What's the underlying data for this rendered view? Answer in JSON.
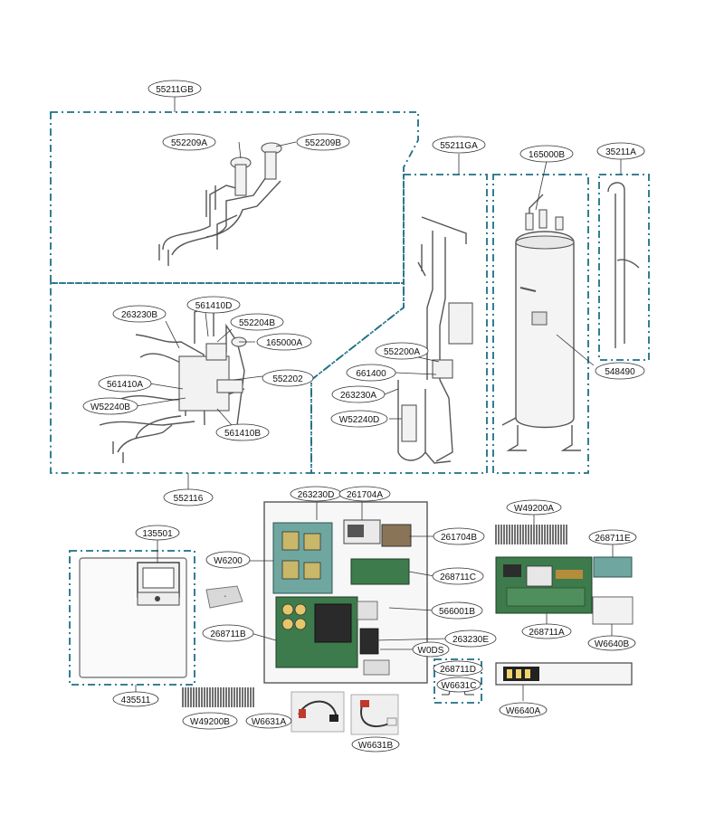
{
  "parts": {
    "p55211GB": "55211GB",
    "p552209A": "552209A",
    "p552209B": "552209B",
    "p55211GA": "55211GA",
    "p165000B": "165000B",
    "p35211A": "35211A",
    "p263230B_top": "263230B",
    "p561410D": "561410D",
    "p552204B": "552204B",
    "p165000A": "165000A",
    "p561410A": "561410A",
    "p552202": "552202",
    "pW52240B": "W52240B",
    "p561410B": "561410B",
    "p552200A": "552200A",
    "p661400": "661400",
    "p263230A": "263230A",
    "pW52240D": "W52240D",
    "p548490": "548490",
    "p552116": "552116",
    "p263230D": "263230D",
    "p261704A": "261704A",
    "p261704B": "261704B",
    "pW6200": "W6200",
    "p268711C": "268711C",
    "p566001B": "566001B",
    "p268711B": "268711B",
    "p263230E": "263230E",
    "pW0DS": "W0DS",
    "p268711D": "268711D",
    "pW6631C": "W6631C",
    "p135501": "135501",
    "p435511": "435511",
    "pW49200B": "W49200B",
    "pW6631A": "W6631A",
    "pW6631B": "W6631B",
    "pW49200A": "W49200A",
    "p268711E": "268711E",
    "p268711A": "268711A",
    "pW6640B": "W6640B",
    "pW6640A": "W6640A"
  },
  "colors": {
    "dash_frame": "#1f6f86",
    "board_green": "#3d7a4c",
    "board_teal": "#6fa7a0"
  }
}
